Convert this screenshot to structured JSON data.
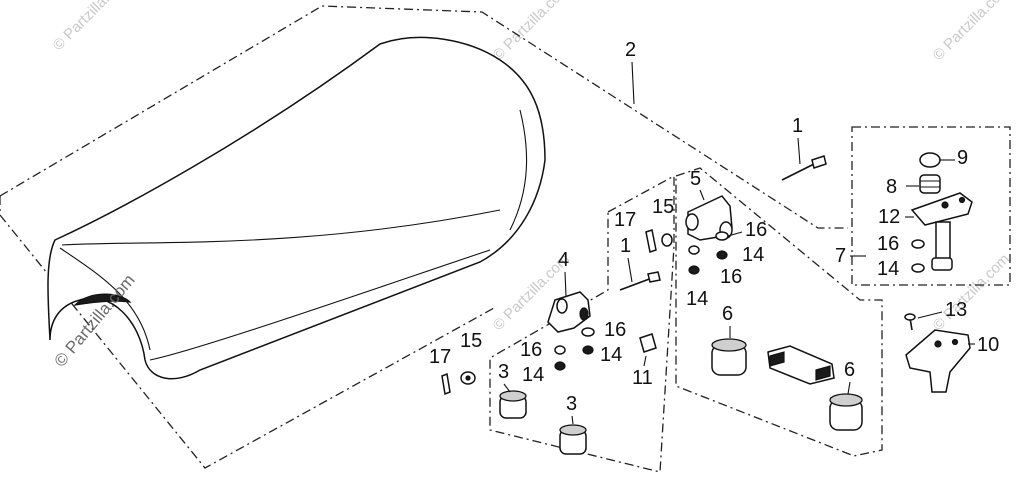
{
  "callouts": {
    "c1a": "1",
    "c1b": "1",
    "c2": "2",
    "c3a": "3",
    "c3b": "3",
    "c4": "4",
    "c5": "5",
    "c6a": "6",
    "c6b": "6",
    "c7": "7",
    "c8": "8",
    "c9": "9",
    "c10": "10",
    "c11": "11",
    "c12": "12",
    "c13": "13",
    "c14a": "14",
    "c14b": "14",
    "c14c": "14",
    "c14d": "14",
    "c14e": "14",
    "c15a": "15",
    "c15b": "15",
    "c16a": "16",
    "c16b": "16",
    "c16c": "16",
    "c16d": "16",
    "c16e": "16",
    "c17a": "17",
    "c17b": "17"
  },
  "watermarks": {
    "main": "© Partzilla.com",
    "tile": "© Partzilla.com"
  },
  "icons": [
    "seat-body",
    "bolt",
    "hinge-bracket",
    "rubber-cushion",
    "seat-lock",
    "washer",
    "nut",
    "pin",
    "latch"
  ]
}
